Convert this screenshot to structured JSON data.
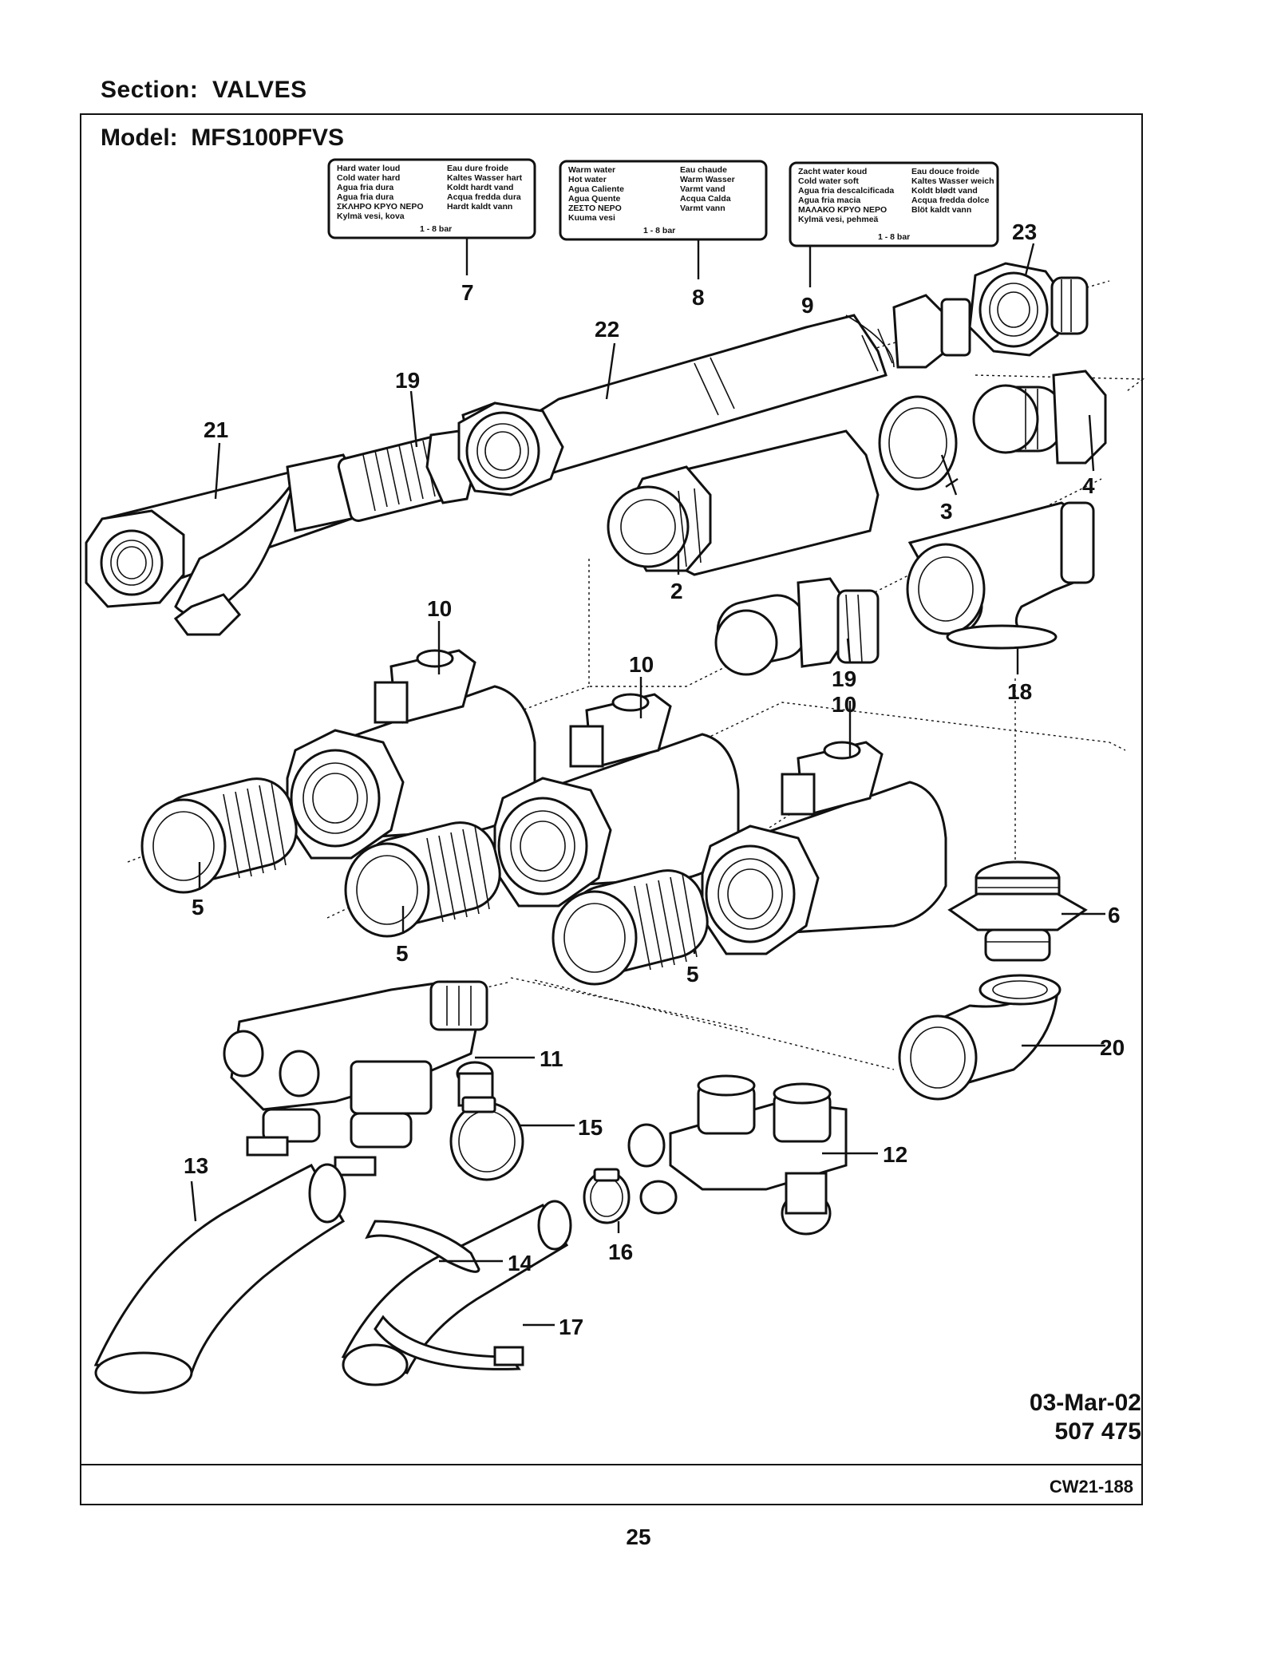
{
  "header": {
    "section": "Section:  VALVES",
    "model": "Model:  MFS100PFVS"
  },
  "labels": [
    {
      "col1": [
        "Hard water loud",
        "Cold water hard",
        "Agua fria dura",
        "Agua fria dura",
        "ΣΚΛΗΡΟ ΚΡΥΟ ΝΕΡΟ",
        "Kylmä vesi, kova"
      ],
      "col2": [
        "Eau dure froide",
        "Kaltes Wasser hart",
        "Koldt hardt vand",
        "Acqua fredda dura",
        "Hardt kaldt vann"
      ],
      "pressure": "1 - 8 bar"
    },
    {
      "col1": [
        "Warm water",
        "Hot water",
        "Agua Caliente",
        "Agua Quente",
        "ΖΕΣΤΟ ΝΕΡΟ",
        "Kuuma vesi"
      ],
      "col2": [
        "Eau chaude",
        "Warm Wasser",
        "Varmt vand",
        "Acqua Calda",
        "Varmt vann"
      ],
      "pressure": "1 - 8 bar"
    },
    {
      "col1": [
        "Zacht water koud",
        "Cold water soft",
        "Agua fria descalcificada",
        "Agua fria macia",
        "ΜΑΛΑΚΟ ΚΡΥΟ ΝΕΡΟ",
        "Kylmä vesi, pehmeä"
      ],
      "col2": [
        "Eau douce froide",
        "Kaltes Wasser weich",
        "Koldt blødt vand",
        "Acqua fredda dolce",
        "Blöt kaldt vann"
      ],
      "pressure": "1 - 8 bar"
    }
  ],
  "callouts": {
    "c7": "7",
    "c8": "8",
    "c9": "9",
    "c23": "23",
    "c22": "22",
    "c19a": "19",
    "c21": "21",
    "c3": "3",
    "c4": "4",
    "c2": "2",
    "c10a": "10",
    "c10b": "10",
    "c10c": "10",
    "c19b": "19",
    "c18": "18",
    "c5a": "5",
    "c5b": "5",
    "c5c": "5",
    "c6": "6",
    "c20": "20",
    "c11": "11",
    "c15": "15",
    "c12": "12",
    "c13": "13",
    "c16": "16",
    "c14": "14",
    "c17": "17"
  },
  "stamp": {
    "date": "03-Mar-02",
    "number": "507 475"
  },
  "footer": {
    "code": "CW21-188",
    "page": "25"
  }
}
